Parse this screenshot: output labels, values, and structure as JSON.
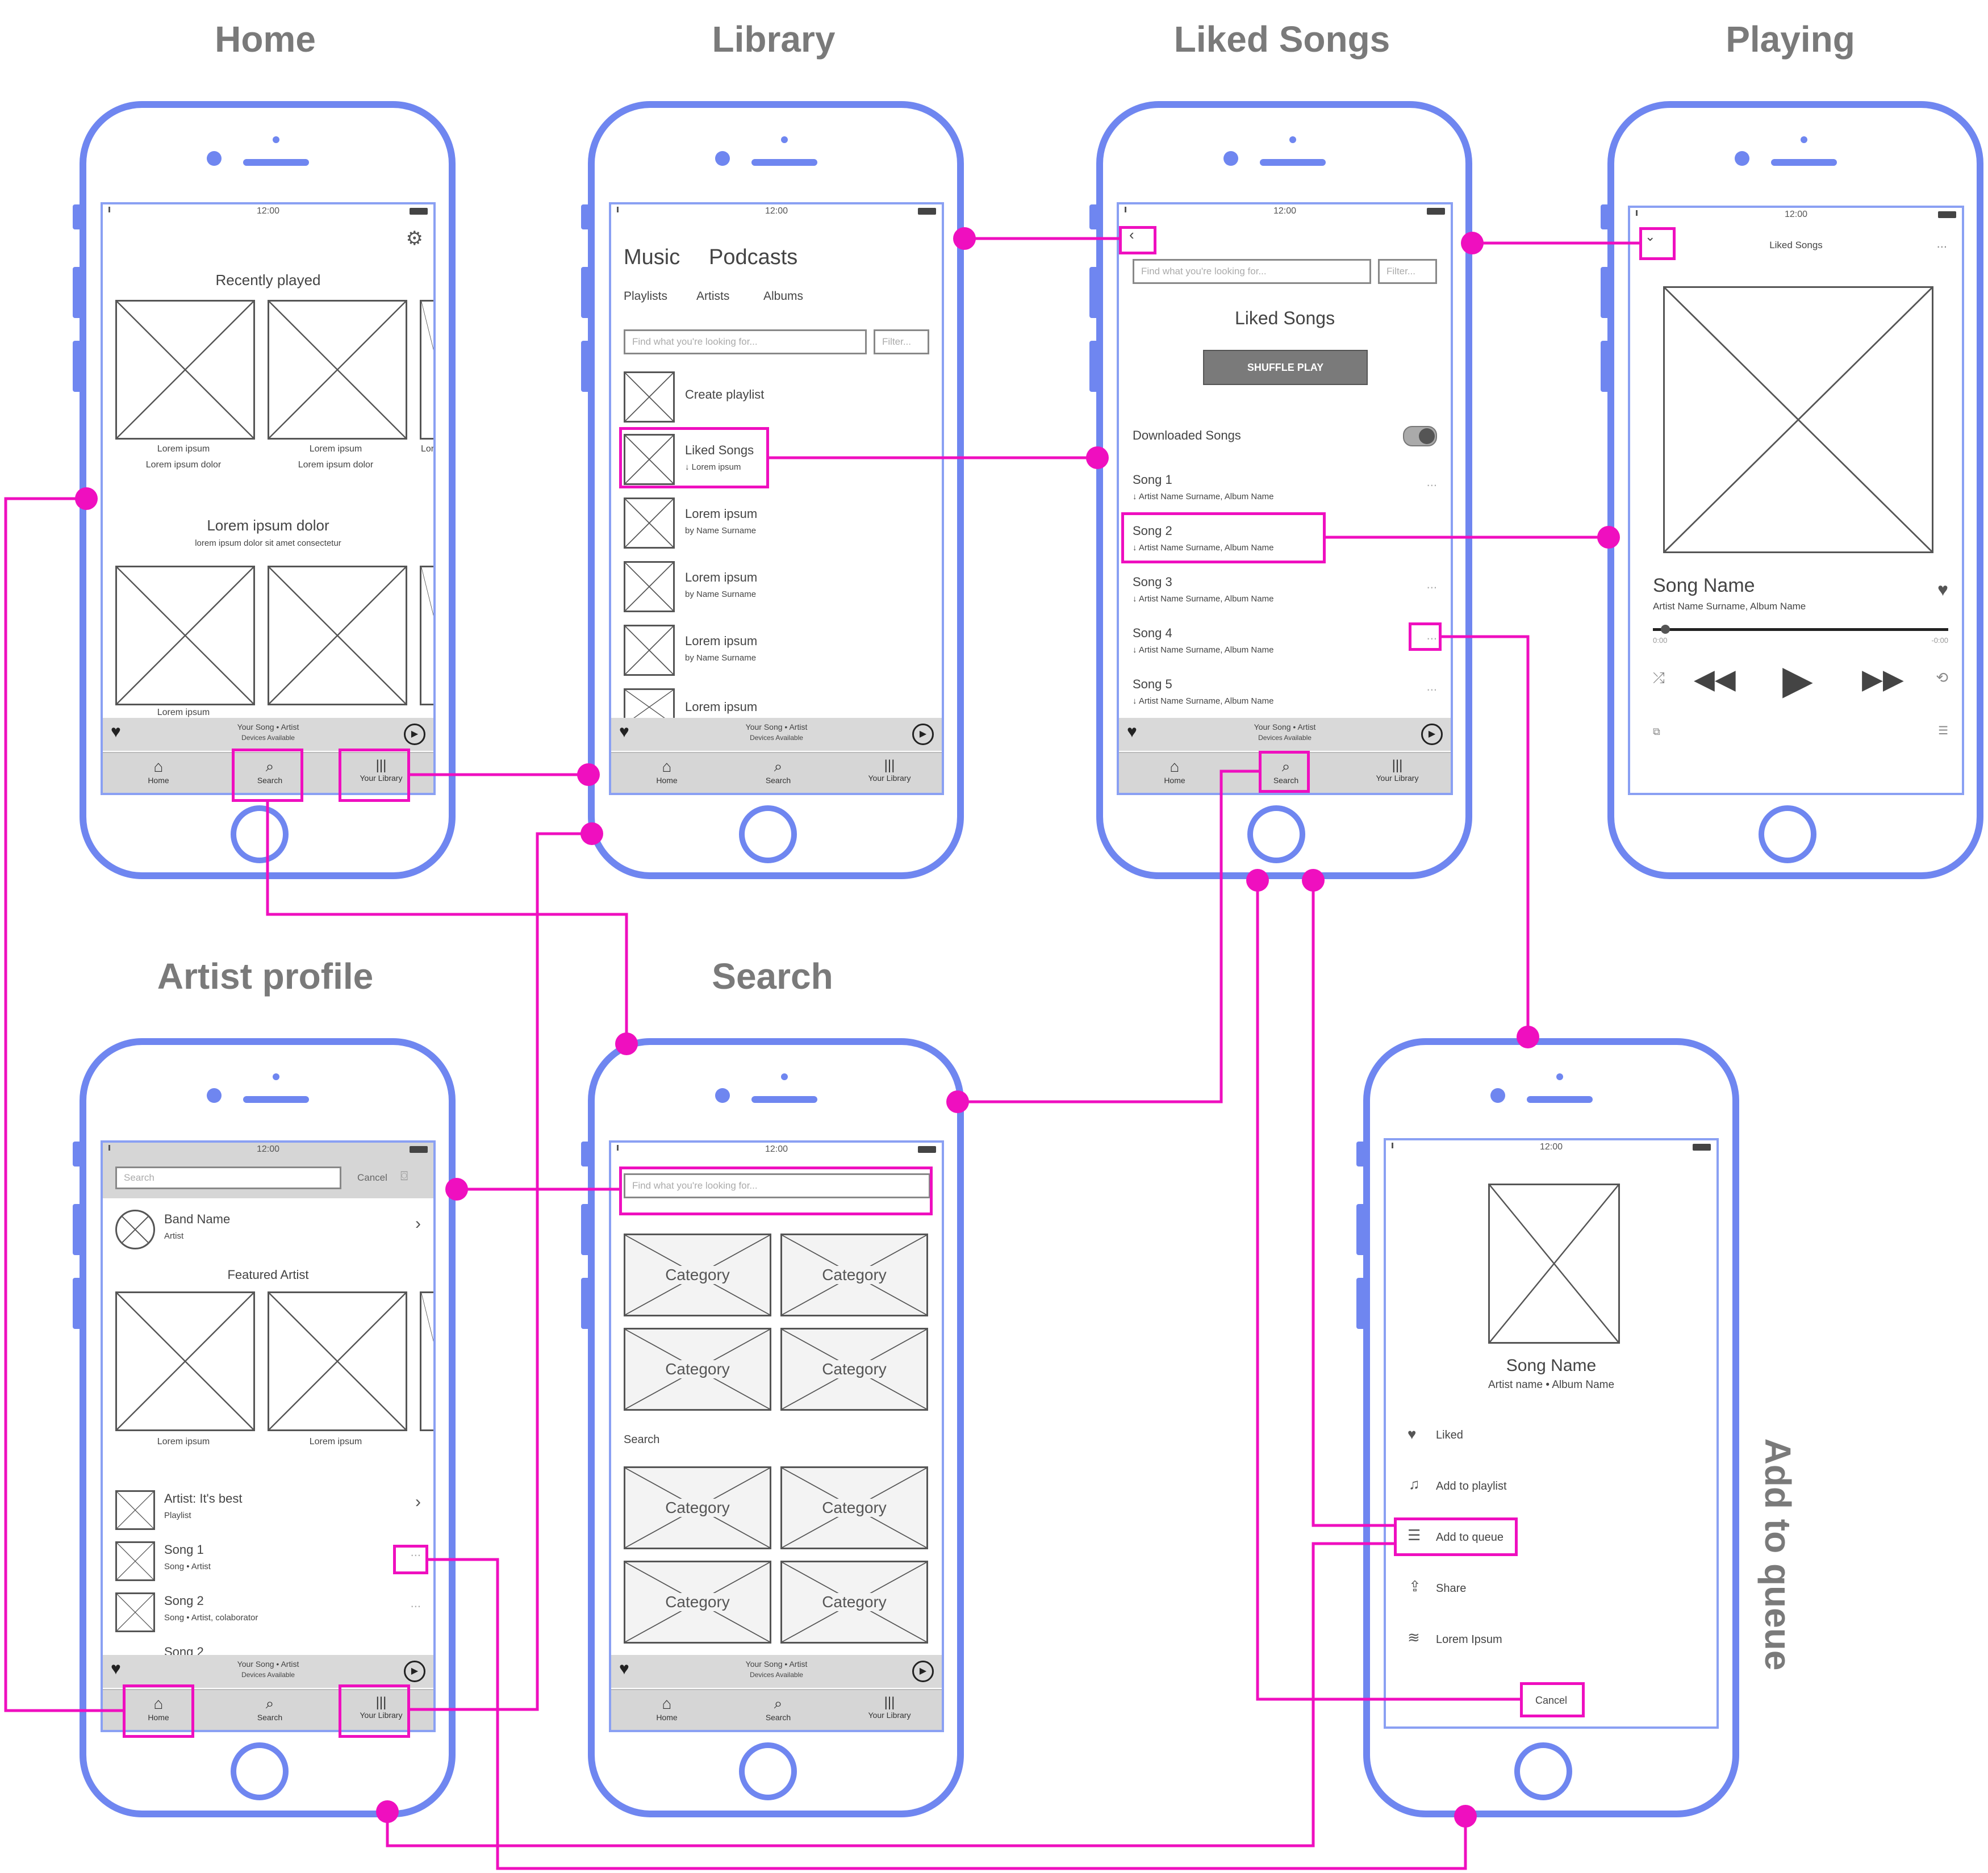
{
  "titles": {
    "home": "Home",
    "library": "Library",
    "liked": "Liked Songs",
    "playing": "Playing",
    "artist": "Artist profile",
    "search": "Search",
    "queue": "Add to queue"
  },
  "common": {
    "time": "12:00",
    "mini_player_song": "Your Song • Artist",
    "mini_player_devices": "Devices Available",
    "nav_home": "Home",
    "nav_search": "Search",
    "nav_library": "Your Library",
    "find_placeholder": "Find what you're looking for...",
    "filter": "Filter..."
  },
  "home": {
    "recently_played": "Recently played",
    "item_title": "Lorem ipsum",
    "item_sub": "Lorem ipsum dolor",
    "item_partial": "Lor",
    "section2_title": "Lorem ipsum dolor",
    "section2_sub": "lorem ipsum dolor sit amet consectetur",
    "cut_text": "Lorem ipsum"
  },
  "library": {
    "tab_music": "Music",
    "tab_podcasts": "Podcasts",
    "sub_playlists": "Playlists",
    "sub_artists": "Artists",
    "sub_albums": "Albums",
    "create_playlist": "Create playlist",
    "liked_songs": "Liked Songs",
    "liked_sub": "Lorem ipsum",
    "items": [
      {
        "title": "Lorem ipsum",
        "sub": "by Name Surname"
      },
      {
        "title": "Lorem ipsum",
        "sub": "by Name Surname"
      },
      {
        "title": "Lorem ipsum",
        "sub": "by Name Surname"
      }
    ],
    "last_item": "Lorem ipsum"
  },
  "liked": {
    "heading": "Liked Songs",
    "shuffle": "SHUFFLE PLAY",
    "downloaded": "Downloaded Songs",
    "songs": [
      {
        "title": "Song 1",
        "sub": "Artist Name Surname, Album Name"
      },
      {
        "title": "Song 2",
        "sub": "Artist Name Surname, Album Name"
      },
      {
        "title": "Song 3",
        "sub": "Artist Name Surname, Album Name"
      },
      {
        "title": "Song 4",
        "sub": "Artist Name Surname, Album Name"
      },
      {
        "title": "Song 5",
        "sub": "Artist Name Surname, Album Name"
      }
    ],
    "more": "..."
  },
  "playing": {
    "header": "Liked Songs",
    "more": "...",
    "song_name": "Song Name",
    "artist_album": "Artist Name Surname, Album Name",
    "time_start": "0:00",
    "time_end": "-0:00"
  },
  "artist": {
    "search": "Search",
    "cancel": "Cancel",
    "band_name": "Band Name",
    "band_sub": "Artist",
    "featured": "Featured Artist",
    "feat_item": "Lorem ipsum",
    "list": [
      {
        "title": "Artist: It's best",
        "sub": "Playlist"
      },
      {
        "title": "Song 1",
        "sub": "Song • Artist"
      },
      {
        "title": "Song 2",
        "sub": "Song • Artist, colaborator"
      }
    ],
    "song_cut": "Song 2",
    "more": "..."
  },
  "search": {
    "category": "Category",
    "section_label": "Search"
  },
  "queue": {
    "song_name": "Song Name",
    "sub": "Artist name • Album Name",
    "menu": [
      "Liked",
      "Add to playlist",
      "Add to queue",
      "Share",
      "Lorem Ipsum"
    ],
    "cancel": "Cancel"
  },
  "colors": {
    "phone": "#6f86f0",
    "link": "#ef0fbf",
    "nav": "#d6d6d6"
  }
}
